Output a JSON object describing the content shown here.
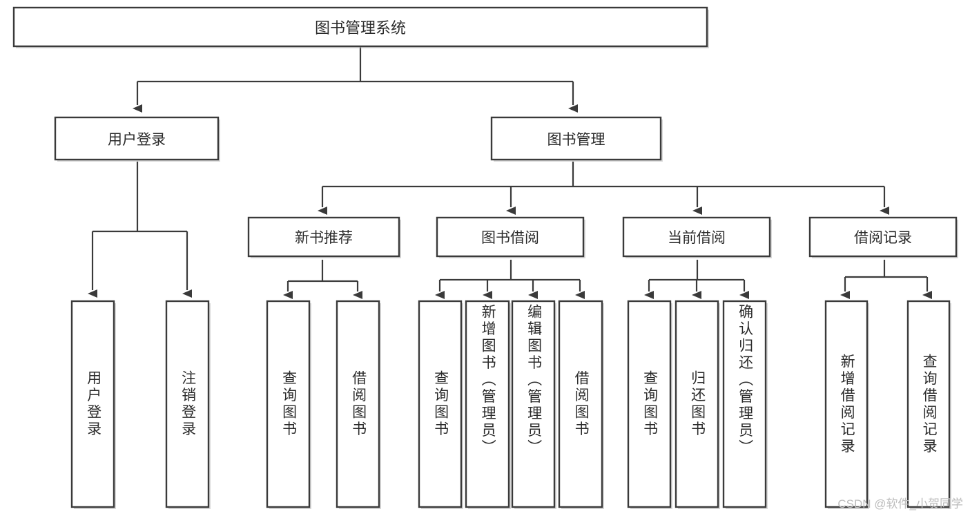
{
  "diagram": {
    "type": "tree-hierarchy-flowchart",
    "title": "图书管理系统",
    "orientation": "top-down",
    "box_fill": "#ffffff",
    "box_stroke": "#3a3a3a",
    "text_color": "#2b2b2b",
    "root": {
      "id": "root",
      "label": "图书管理系统",
      "text_direction": "horizontal"
    },
    "level2": [
      {
        "id": "user-login",
        "label": "用户登录",
        "text_direction": "horizontal"
      },
      {
        "id": "book-manage",
        "label": "图书管理",
        "text_direction": "horizontal"
      }
    ],
    "level3": [
      {
        "id": "new-book-recommend",
        "label": "新书推荐",
        "parent": "book-manage",
        "text_direction": "horizontal"
      },
      {
        "id": "book-borrow",
        "label": "图书借阅",
        "parent": "book-manage",
        "text_direction": "horizontal"
      },
      {
        "id": "current-borrow",
        "label": "当前借阅",
        "parent": "book-manage",
        "text_direction": "horizontal"
      },
      {
        "id": "borrow-record",
        "label": "借阅记录",
        "parent": "book-manage",
        "text_direction": "horizontal"
      }
    ],
    "leaves": [
      {
        "id": "leaf-user-login",
        "label": "用户登录",
        "parent": "user-login",
        "text_direction": "vertical"
      },
      {
        "id": "leaf-user-logout",
        "label": "注销登录",
        "parent": "user-login",
        "text_direction": "vertical"
      },
      {
        "id": "leaf-query-book-1",
        "label": "查询图书",
        "parent": "new-book-recommend",
        "text_direction": "vertical"
      },
      {
        "id": "leaf-borrow-book-1",
        "label": "借阅图书",
        "parent": "new-book-recommend",
        "text_direction": "vertical"
      },
      {
        "id": "leaf-query-book-2",
        "label": "查询图书",
        "parent": "book-borrow",
        "text_direction": "vertical"
      },
      {
        "id": "leaf-add-book",
        "label": "新增图书（管理员）",
        "parent": "book-borrow",
        "text_direction": "vertical"
      },
      {
        "id": "leaf-edit-book",
        "label": "编辑图书（管理员）",
        "parent": "book-borrow",
        "text_direction": "vertical"
      },
      {
        "id": "leaf-borrow-book-2",
        "label": "借阅图书",
        "parent": "book-borrow",
        "text_direction": "vertical"
      },
      {
        "id": "leaf-query-book-3",
        "label": "查询图书",
        "parent": "current-borrow",
        "text_direction": "vertical"
      },
      {
        "id": "leaf-return-book",
        "label": "归还图书",
        "parent": "current-borrow",
        "text_direction": "vertical"
      },
      {
        "id": "leaf-confirm-return",
        "label": "确认归还（管理员）",
        "parent": "current-borrow",
        "text_direction": "vertical"
      },
      {
        "id": "leaf-add-record",
        "label": "新增借阅记录",
        "parent": "borrow-record",
        "text_direction": "vertical"
      },
      {
        "id": "leaf-query-record",
        "label": "查询借阅记录",
        "parent": "borrow-record",
        "text_direction": "vertical"
      }
    ]
  },
  "watermark": {
    "text": "CSDN @软件_小贺同学"
  }
}
